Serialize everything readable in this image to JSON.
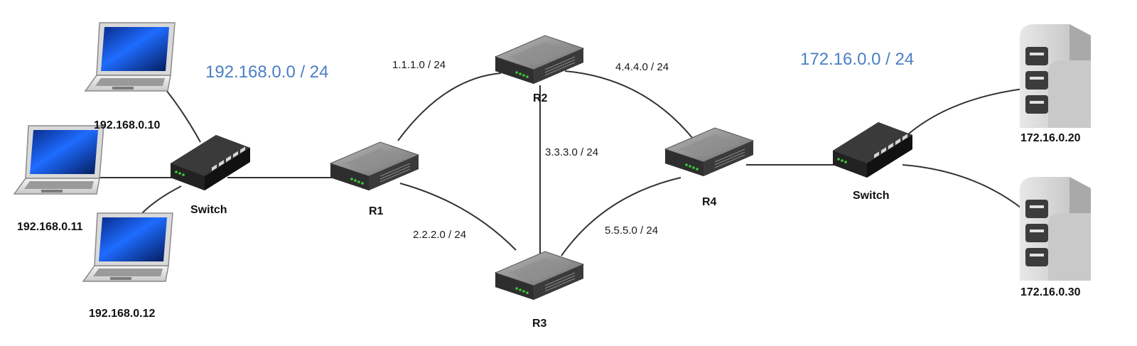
{
  "networks": {
    "lan_left": "192.168.0.0 / 24",
    "lan_right": "172.16.0.0 / 24"
  },
  "links": {
    "r1_r2": "1.1.1.0 / 24",
    "r1_r3": "2.2.2.0 / 24",
    "r2_r3": "3.3.3.0 / 24",
    "r2_r4": "4.4.4.0 / 24",
    "r3_r4": "5.5.5.0 / 24"
  },
  "devices": {
    "laptop1": "192.168.0.10",
    "laptop2": "192.168.0.11",
    "laptop3": "192.168.0.12",
    "switch_left": "Switch",
    "switch_right": "Switch",
    "r1": "R1",
    "r2": "R2",
    "r3": "R3",
    "r4": "R4",
    "server1": "172.16.0.20",
    "server2": "172.16.0.30"
  },
  "icons": {
    "laptop": "laptop-icon",
    "switch": "network-switch-icon",
    "router": "router-icon",
    "server": "server-icon"
  },
  "colors": {
    "network_label": "#4a7fc4",
    "link_line": "#333333"
  }
}
